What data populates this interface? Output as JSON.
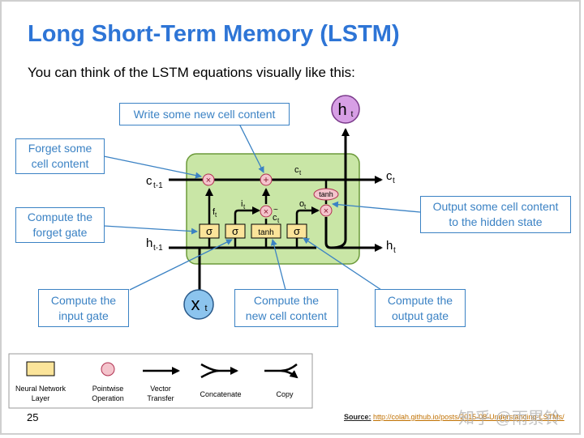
{
  "slide": {
    "title": "Long Short-Term Memory (LSTM)",
    "subtitle": "You can think of the LSTM equations visually like this:",
    "page_number": "25",
    "source_label": "Source:",
    "source_link": "http://colah.github.io/posts/2015-08-Understanding-LSTMs/",
    "watermark": "知乎 @雨累铃"
  },
  "callouts": {
    "write_new": "Write some new cell content",
    "forget_1": "Forget some",
    "forget_2": "cell content",
    "forget_gate_1": "Compute the",
    "forget_gate_2": "forget gate",
    "output_hidden_1": "Output some cell content",
    "output_hidden_2": "to the hidden state",
    "input_gate_1": "Compute the",
    "input_gate_2": "input gate",
    "new_cell_1": "Compute the",
    "new_cell_2": "new cell content",
    "output_gate_1": "Compute the",
    "output_gate_2": "output gate"
  },
  "diagram": {
    "c_prev": "c",
    "c_prev_sub": "t-1",
    "c_out": "c",
    "c_out_sub": "t",
    "c_mid": "c",
    "c_mid_sub": "t",
    "h_prev": "h",
    "h_prev_sub": "t-1",
    "h_out": "h",
    "h_out_sub": "t",
    "h_top": "h",
    "h_top_sub": "t",
    "x_in": "x",
    "x_in_sub": "t",
    "f_label": "f",
    "f_sub": "t",
    "i_label": "i",
    "i_sub": "t",
    "o_label": "o",
    "o_sub": "t",
    "ctilde_label": "c",
    "ctilde_sub": "t",
    "tilde": "~",
    "sigma": "σ",
    "tanh": "tanh",
    "times": "×",
    "plus": "+"
  },
  "legend": {
    "nn_layer": [
      "Neural Network",
      "Layer"
    ],
    "pointwise": [
      "Pointwise",
      "Operation"
    ],
    "vector": [
      "Vector",
      "Transfer"
    ],
    "concat": "Concatenate",
    "copy": "Copy"
  },
  "colors": {
    "title": "#2e75d6",
    "callout": "#3b82c4",
    "cell_fill": "#c9e6a6",
    "cell_stroke": "#6c9a3a",
    "layer_fill": "#fbe49a",
    "op_fill": "#f4c4cc",
    "op_stroke": "#b03050",
    "h_node": "#d79fe5",
    "x_node": "#8cc4ee"
  }
}
